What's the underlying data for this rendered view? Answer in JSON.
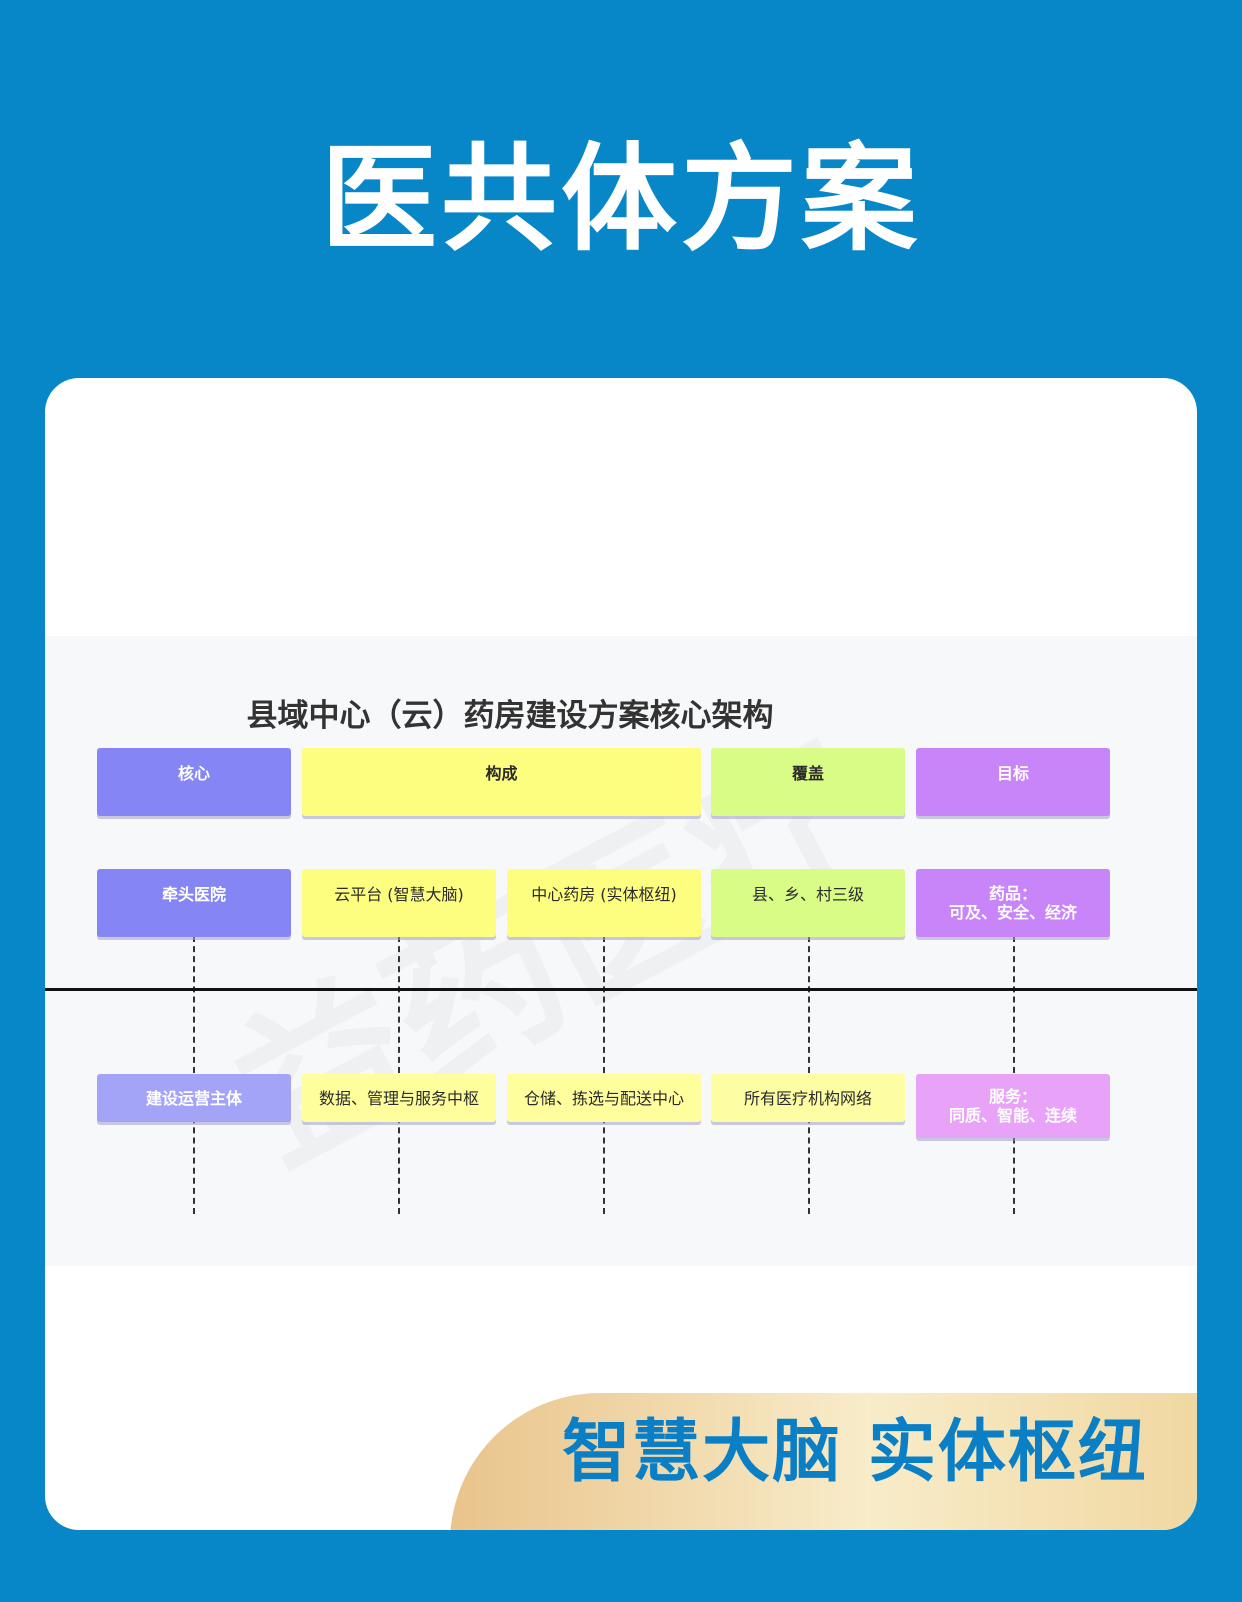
{
  "page": {
    "title": "医共体方案"
  },
  "diagram": {
    "title": "县域中心（云）药房建设方案核心架构",
    "watermark": "益药医疗",
    "headers": {
      "core": "核心",
      "composition": "构成",
      "coverage": "覆盖",
      "goal": "目标"
    },
    "upper_row": {
      "core": "牵头医院",
      "cloud_platform": "云平台 (智慧大脑)",
      "central_pharmacy": "中心药房 (实体枢纽)",
      "coverage": "县、乡、村三级",
      "goal": "药品：\n可及、安全、经济"
    },
    "lower_row": {
      "core": "建设运营主体",
      "cloud_platform": "数据、管理与服务中枢",
      "central_pharmacy": "仓储、拣选与配送中心",
      "coverage": "所有医疗机构网络",
      "goal": "服务：\n同质、智能、连续"
    },
    "colors": {
      "core": "#8585f5",
      "core_light": "#a3a3f8",
      "composition": "#fdfd7f",
      "composition_light": "#fefe9c",
      "coverage": "#d9fc86",
      "coverage_light": "#fdfda4",
      "goal": "#c885f9",
      "goal_light": "#e8a3f8"
    }
  },
  "banner": {
    "text": "智慧大脑  实体枢纽"
  }
}
